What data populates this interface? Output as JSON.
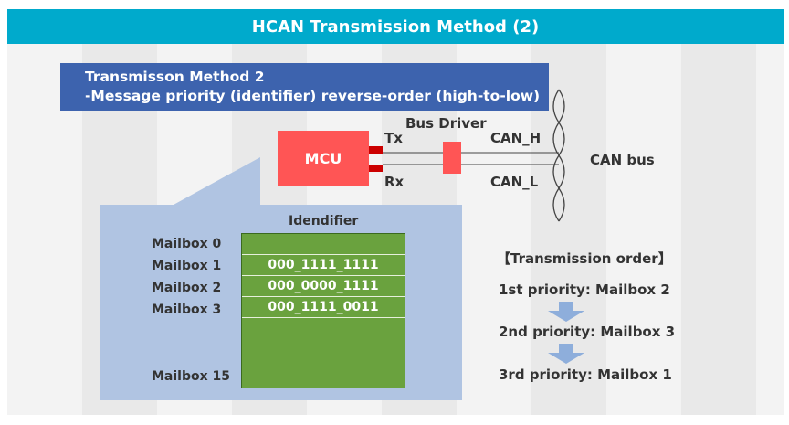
{
  "title": "HCAN Transmission Method (2)",
  "method": {
    "line1": "Transmisson Method 2",
    "line2": "-Message priority (identifier) reverse-order (high-to-low)"
  },
  "mcu_label": "MCU",
  "bus_driver_label": "Bus Driver",
  "tx_label": "Tx",
  "rx_label": "Rx",
  "can_h_label": "CAN_H",
  "can_l_label": "CAN_L",
  "can_bus_label": "CAN bus",
  "identifier_header": "Idendifier",
  "mailboxes": [
    {
      "name": "Mailbox 0",
      "identifier": ""
    },
    {
      "name": "Mailbox 1",
      "identifier": "000_1111_1111"
    },
    {
      "name": "Mailbox 2",
      "identifier": "000_0000_1111"
    },
    {
      "name": "Mailbox 3",
      "identifier": "000_1111_0011"
    },
    {
      "name": "Mailbox 15",
      "identifier": ""
    }
  ],
  "order": {
    "heading": "【Transmission order】",
    "items": [
      "1st priority: Mailbox 2",
      "2nd priority: Mailbox 3",
      "3rd priority: Mailbox 1"
    ]
  },
  "colors": {
    "title_bar": "#00aacc",
    "method_box": "#3d63ae",
    "mcu": "#ff5555",
    "callout": "#b0c4e2",
    "mailbox_grid": "#6aa23e",
    "arrow": "#8eaedb"
  }
}
